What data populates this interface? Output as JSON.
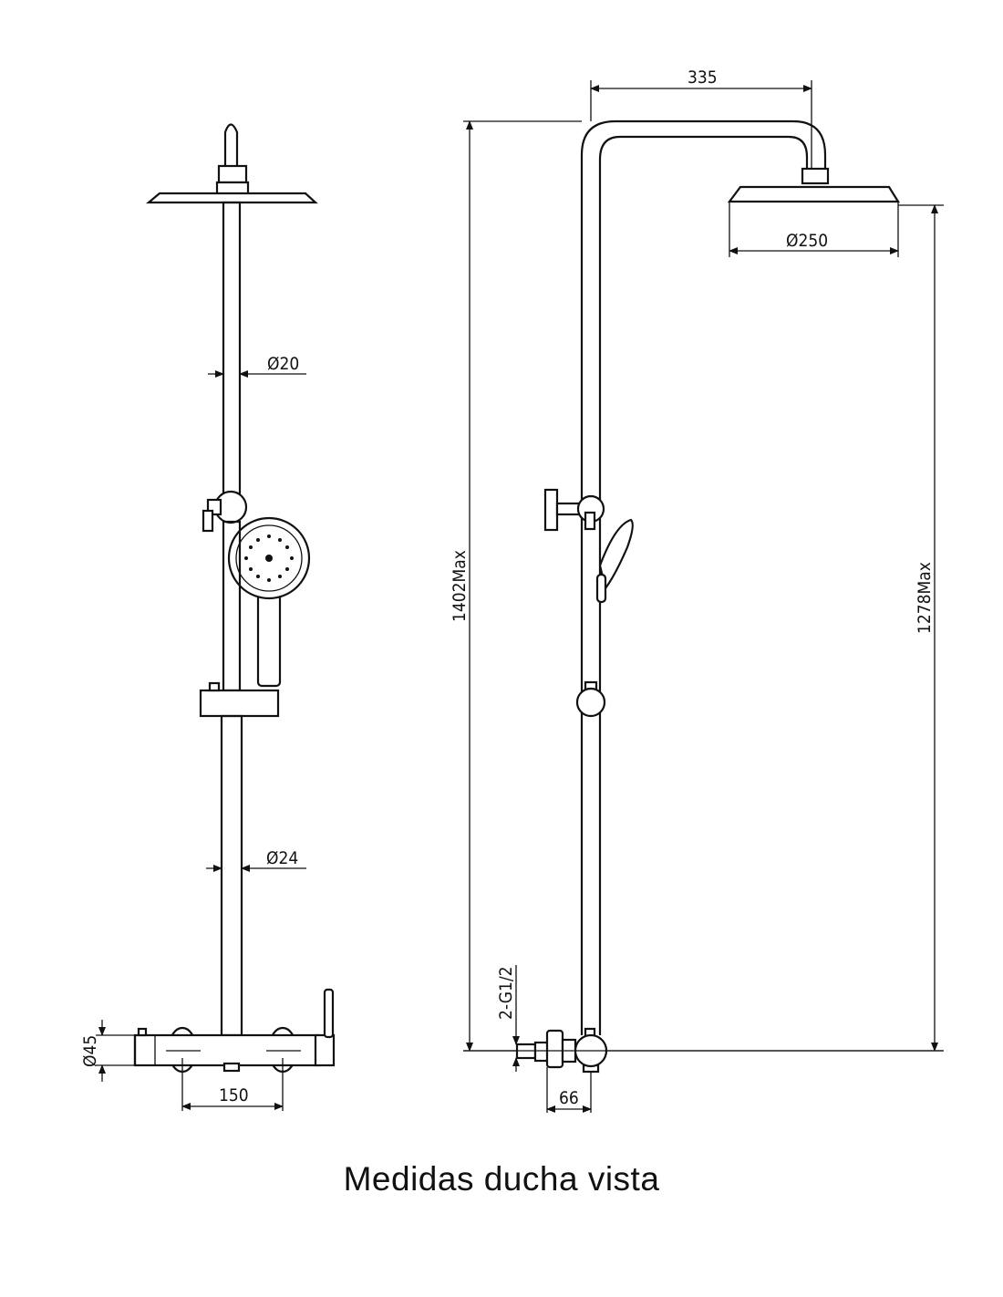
{
  "left_view": {
    "dim_pipe_top": "Ø20",
    "dim_pipe_bottom": "Ø24",
    "dim_mixer_body": "Ø45",
    "dim_mixer_centers": "150"
  },
  "right_view": {
    "dim_arm_reach": "335",
    "dim_head_diameter": "Ø250",
    "dim_total_height": "1402Max",
    "dim_head_height": "1278Max",
    "dim_inlet_thread": "2-G1/2",
    "dim_wall_offset": "66"
  },
  "caption": "Medidas ducha vista"
}
